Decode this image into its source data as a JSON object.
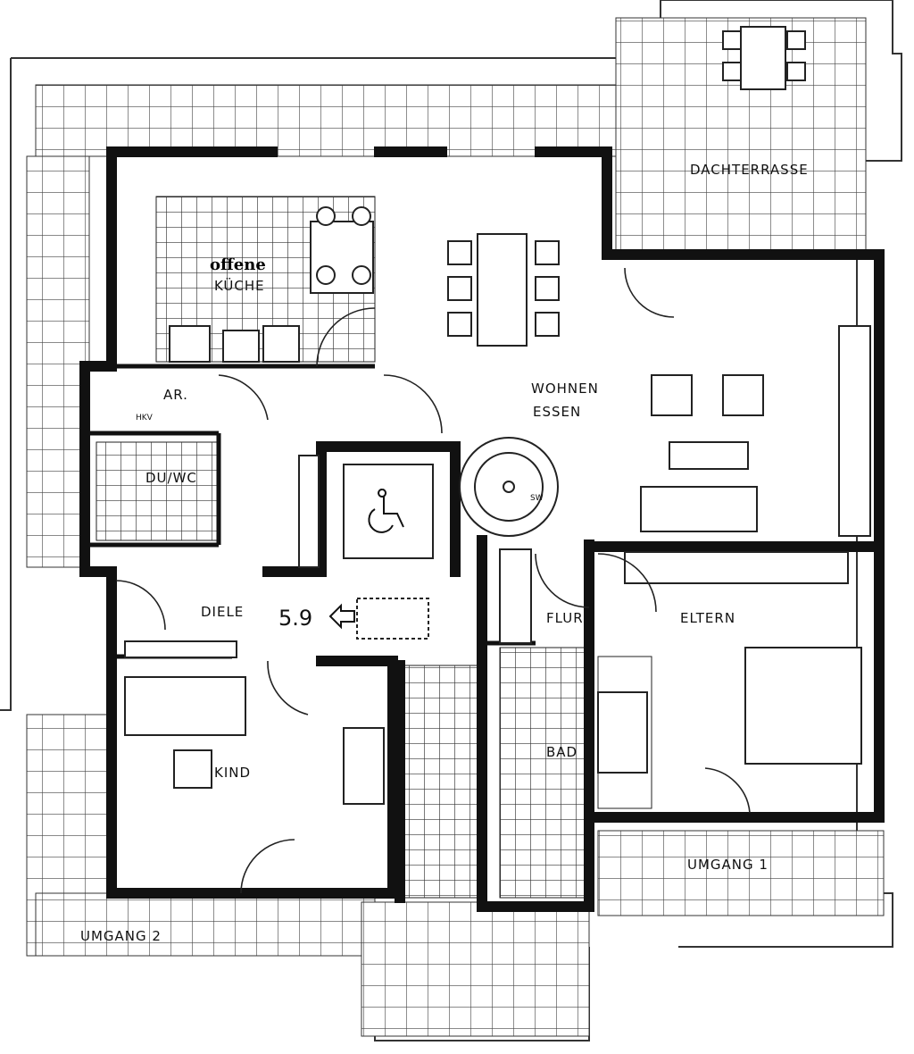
{
  "rooms": {
    "kitchen_prefix": "offene",
    "kitchen": "KÜCHE",
    "storage": "AR.",
    "heating": "HKV",
    "shower_wc": "DU/WC",
    "hall": "DIELE",
    "child": "KIND",
    "living_1": "WOHNEN",
    "living_2": "ESSEN",
    "corridor": "FLUR",
    "parents": "ELTERN",
    "bath": "BAD",
    "roof_terrace": "DACHTERRASSE",
    "walkway_1": "UMGANG 1",
    "walkway_2": "UMGANG 2"
  },
  "annotations": {
    "level_marker": "5.9",
    "spiral_stair": "SW"
  },
  "colors": {
    "wall": "#111111",
    "line": "#333333",
    "background": "#ffffff"
  }
}
